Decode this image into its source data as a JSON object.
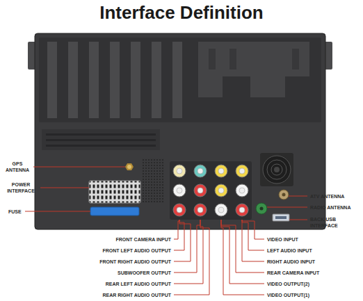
{
  "diagram": {
    "title": "Interface Definition",
    "labels": [
      "GPS ANTENNA",
      "POWER INTERFACE",
      "FUSE",
      "ATV ANTENNA",
      "RADIO ANTENNA",
      "BACK USB INTERFACE",
      "FRONT CAMERA INPUT",
      "FRONT LEFT AUDIO OUTPUT",
      "FRONT RIGHT AUDIO OUTPUT",
      "SUBWOOFER OUTPUT",
      "REAR LEFT AUDIO OUTPUT",
      "REAR RIGHT AUDIO OUTPUT",
      "VIDEO INPUT",
      "LEFT AUDIO INPUT",
      "RIGHT AUDIO INPUT",
      "REAR CAMERA INPUT",
      "VIDEO OUTPUT(2)",
      "VIDEO OUTPUT(1)"
    ]
  }
}
